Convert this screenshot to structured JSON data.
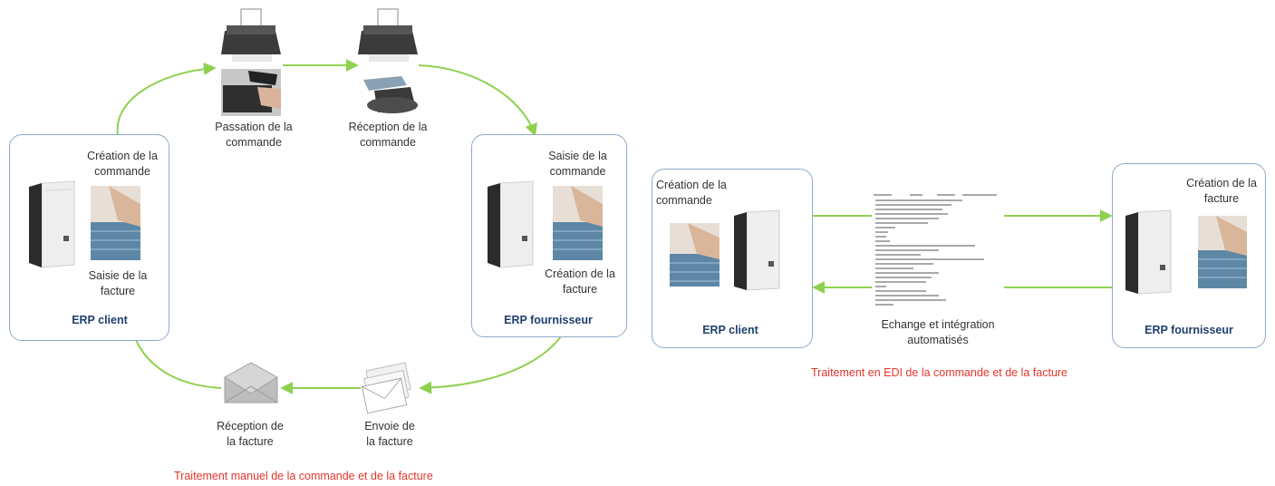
{
  "manual": {
    "client_box": {
      "title": "ERP client",
      "top_label": [
        "Création de la",
        "commande"
      ],
      "bottom_label": [
        "Saisie de la",
        "facture"
      ]
    },
    "supplier_box": {
      "title": "ERP fournisseur",
      "top_label": [
        "Saisie de la",
        "commande"
      ],
      "bottom_label": [
        "Création de la",
        "facture"
      ]
    },
    "step_send_order": [
      "Passation de la",
      "commande"
    ],
    "step_receive_order": [
      "Réception de la",
      "commande"
    ],
    "step_send_invoice": [
      "Envoie de",
      "la facture"
    ],
    "step_receive_invoice": [
      "Réception de",
      "la facture"
    ],
    "caption": "Traitement manuel de la commande et de la facture"
  },
  "edi": {
    "client_box": {
      "title": "ERP client",
      "label": [
        "Création de la",
        "commande"
      ]
    },
    "supplier_box": {
      "title": "ERP fournisseur",
      "label": [
        "Création de la",
        "facture"
      ]
    },
    "exchange_label": [
      "Echange et intégration",
      "automatisés"
    ],
    "caption": "Traitement en EDI de la commande et de la facture"
  },
  "colors": {
    "arrow": "#8ed14f",
    "box_border": "#8eaacb",
    "erp_title": "#1f3f6e",
    "caption": "#e2362b"
  },
  "icons": [
    "computer-tower-icon",
    "keyboard-hands-icon",
    "fax-machine-icon",
    "phone-call-icon",
    "envelope-open-icon",
    "envelope-stack-icon",
    "edi-document-icon"
  ]
}
